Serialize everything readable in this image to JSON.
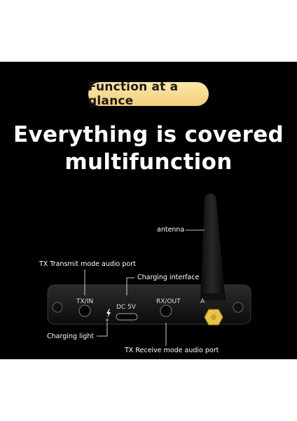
{
  "badge": {
    "text": "Function at a glance"
  },
  "headline": {
    "line1": "Everything is covered",
    "line2": "multifunction"
  },
  "callouts": {
    "antenna": "antenna",
    "tx_port": "TX Transmit mode audio port",
    "charging_interface": "Charging interface",
    "charging_light": "Charging light",
    "rx_port": "TX Receive mode audio port"
  },
  "device_labels": {
    "tx_in": "TX/IN",
    "dc": "DC 5V",
    "rx_out": "RX/OUT",
    "antenna_partial": "A"
  },
  "colors": {
    "badge_gold": "#f2cf7c",
    "hex_nut": "#e8c24a",
    "background": "#000000"
  },
  "icons": [
    "lightning-icon"
  ]
}
